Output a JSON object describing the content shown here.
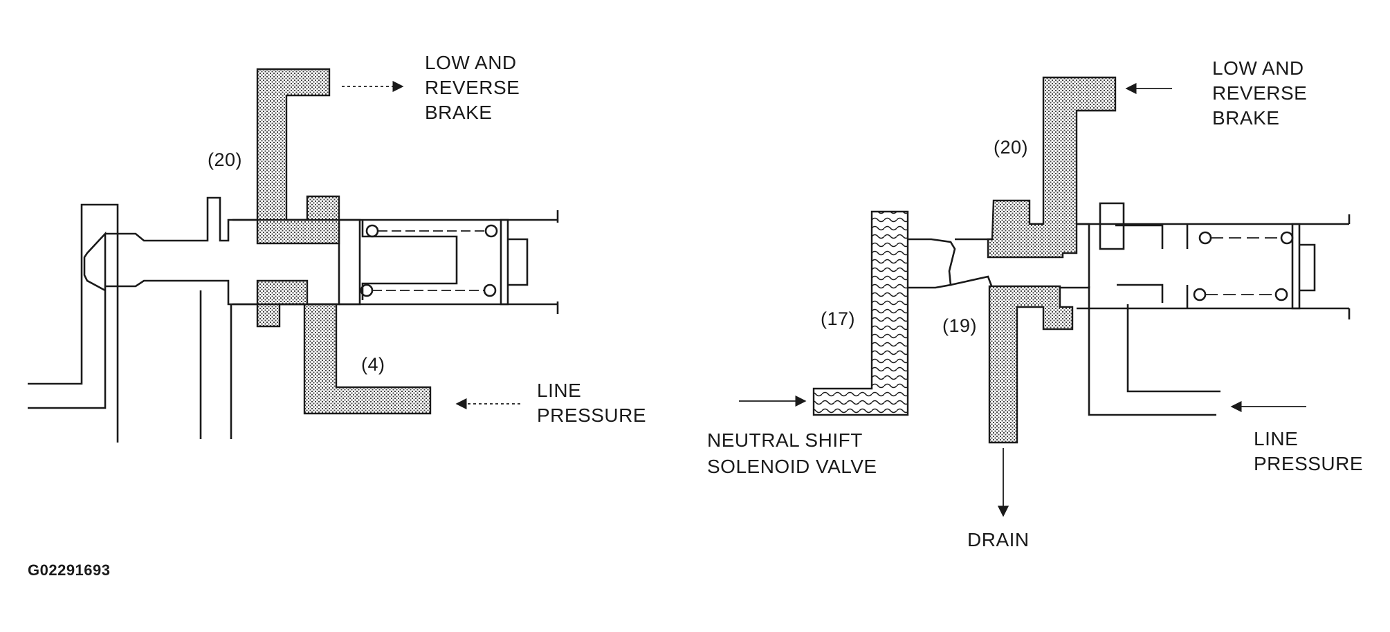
{
  "figure_id": "G02291693",
  "left_view": {
    "labels": {
      "low_reverse_brake": [
        "LOW AND",
        "REVERSE",
        "BRAKE"
      ],
      "line_pressure": [
        "LINE",
        "PRESSURE"
      ],
      "ref_20": "(20)",
      "ref_4": "(4)"
    }
  },
  "right_view": {
    "labels": {
      "low_reverse_brake": [
        "LOW AND",
        "REVERSE",
        "BRAKE"
      ],
      "line_pressure": [
        "LINE",
        "PRESSURE"
      ],
      "neutral_shift_solenoid": [
        "NEUTRAL SHIFT",
        "SOLENOID VALVE"
      ],
      "drain": "DRAIN",
      "ref_20": "(20)",
      "ref_17": "(17)",
      "ref_19": "(19)"
    }
  },
  "colors": {
    "ink": "#1a1a1a",
    "background": "#ffffff"
  }
}
